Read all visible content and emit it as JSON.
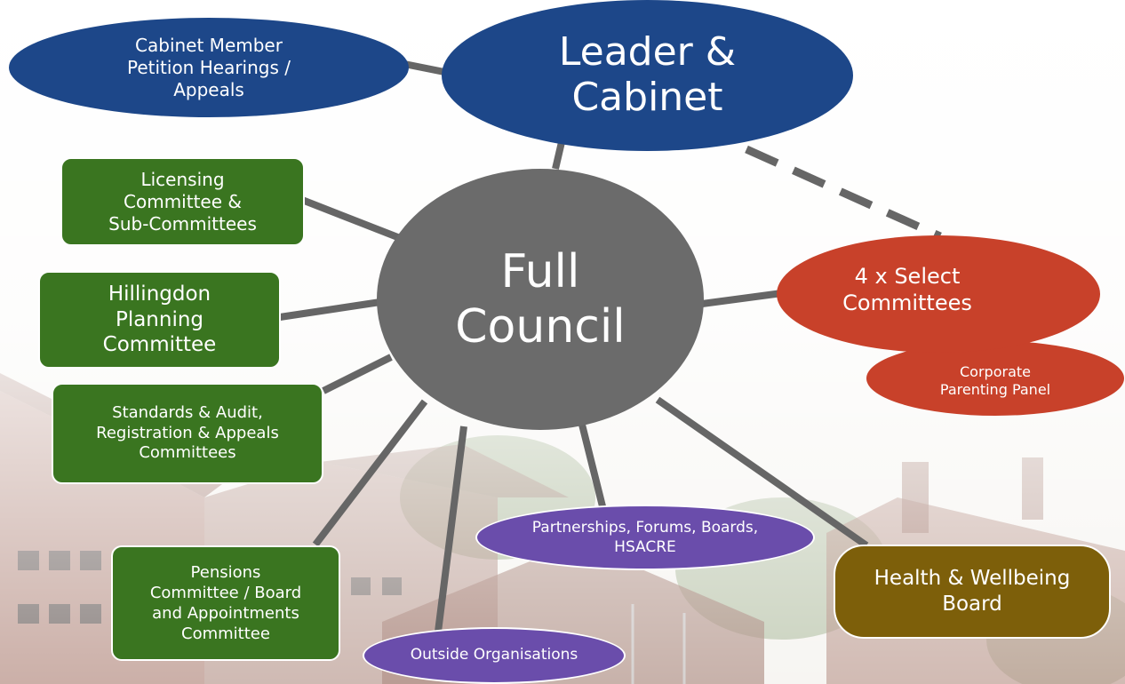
{
  "diagram": {
    "center": {
      "label": "Full\nCouncil"
    },
    "leader": {
      "label": "Leader &\nCabinet"
    },
    "petition": {
      "label": "Cabinet Member\nPetition Hearings /\nAppeals"
    },
    "licensing": {
      "label": "Licensing\nCommittee &\nSub-Committees"
    },
    "planning": {
      "label": "Hillingdon\nPlanning\nCommittee"
    },
    "standards": {
      "label": "Standards & Audit,\nRegistration & Appeals\nCommittees"
    },
    "pensions": {
      "label": "Pensions\nCommittee / Board\nand Appointments\nCommittee"
    },
    "outside": {
      "label": "Outside Organisations"
    },
    "partnerships": {
      "label": "Partnerships, Forums, Boards,\nHSACRE"
    },
    "health": {
      "label": "Health & Wellbeing\nBoard"
    },
    "select": {
      "label": "4 x Select\nCommittees"
    },
    "parenting": {
      "label": "Corporate\nParenting Panel"
    }
  },
  "colors": {
    "cabinet_blue": "#1d4789",
    "council_grey": "#6b6b6b",
    "committee_green": "#3a7520",
    "select_red": "#c8412a",
    "partnership_purple": "#6a4dab",
    "health_olive": "#7d5f0a",
    "connector": "#666666"
  }
}
